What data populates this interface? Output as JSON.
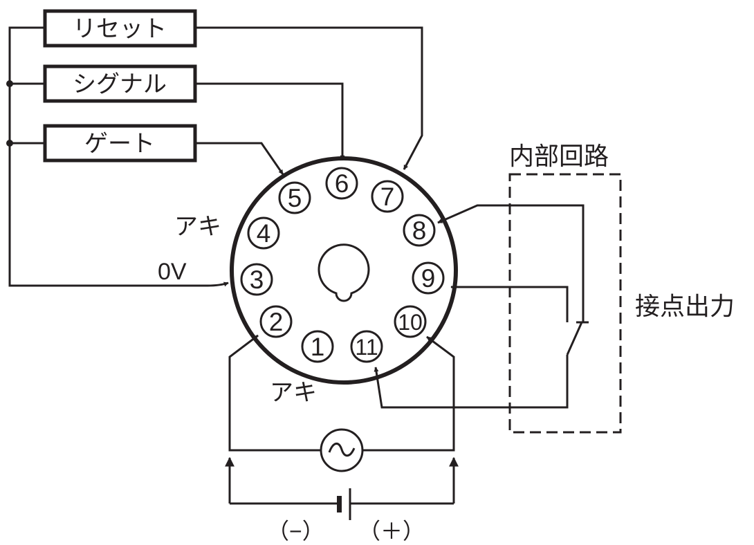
{
  "inputs": {
    "reset": "リセット",
    "signal": "シグナル",
    "gate": "ゲート"
  },
  "pins": [
    "1",
    "2",
    "3",
    "4",
    "5",
    "6",
    "7",
    "8",
    "9",
    "10",
    "11"
  ],
  "labels": {
    "unused_upper": "アキ",
    "unused_lower": "アキ",
    "zero_volt": "0V",
    "internal_circuit": "内部回路",
    "contact_output": "接点出力",
    "ac_symbol": "~",
    "minus": "（−）",
    "plus": "（＋）"
  },
  "colors": {
    "line": "#231f20",
    "background": "#ffffff"
  },
  "icons": {
    "ac_source": "ac-source-icon",
    "battery": "battery-icon",
    "relay_contact": "switch-contact-icon"
  }
}
